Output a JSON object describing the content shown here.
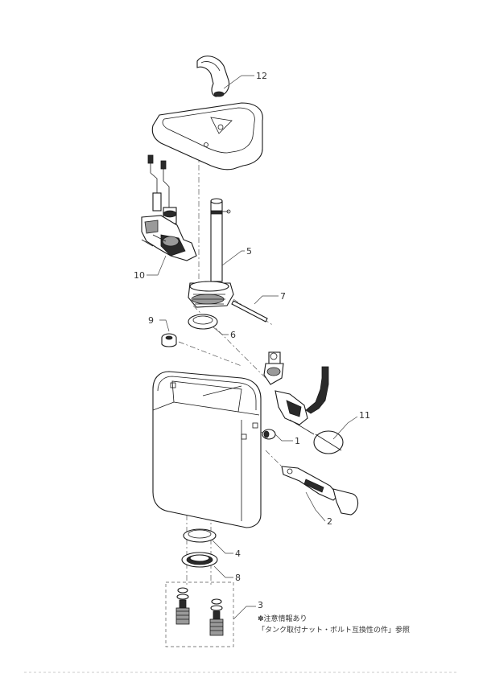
{
  "callouts": {
    "c1": "1",
    "c2": "2",
    "c3": "3",
    "c4": "4",
    "c5": "5",
    "c6": "6",
    "c7": "7",
    "c8": "8",
    "c9": "9",
    "c10": "10",
    "c11": "11",
    "c12": "12"
  },
  "note": {
    "line1": "✽注意情報あり",
    "line2": "「タンク取付ナット・ボルト互換性の件」参照"
  }
}
